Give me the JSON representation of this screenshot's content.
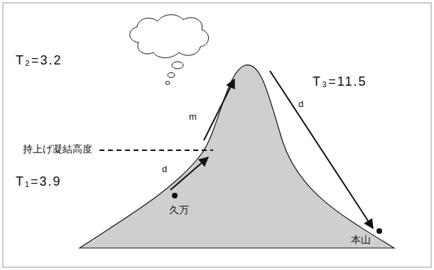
{
  "diagram": {
    "labels": [
      "T₂=3.2",
      "持上げ凝結高度",
      "T₁=3.9",
      "m",
      "d",
      "d",
      "T₃=11.5",
      "久万",
      "本山"
    ]
  }
}
